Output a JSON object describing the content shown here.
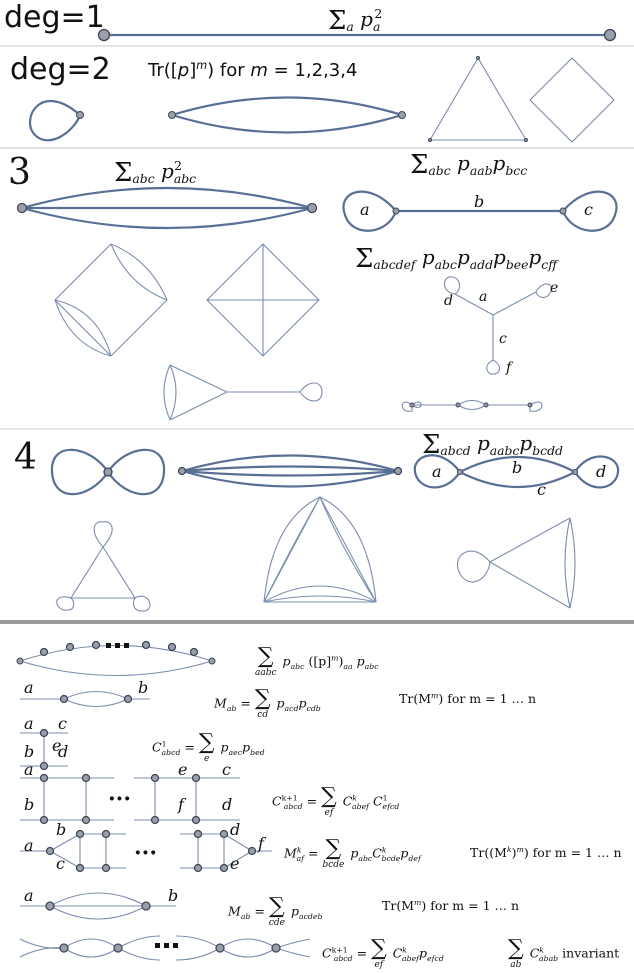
{
  "sections": {
    "deg1": {
      "heading": "deg=1",
      "formula": {
        "sum": "Σ",
        "sub": "a",
        "var": "p",
        "var_sub": "a",
        "var_sup": "2"
      }
    },
    "deg2": {
      "heading": "deg=2",
      "formula_prefix": "Tr([",
      "formula_var": "p",
      "formula_mid": "]",
      "formula_sup": "m",
      "formula_suffix": ") for",
      "formula_m": "m",
      "formula_values": "= 1,2,3,4"
    },
    "deg3": {
      "heading": "3",
      "formula_a": {
        "sum_sub": "abc",
        "var_sub": "abc",
        "var_sup": "2"
      },
      "formula_b": {
        "sum_sub": "abc",
        "terms": [
          "aab",
          "bcc"
        ]
      },
      "formula_c": {
        "sum_sub": "abcdef",
        "terms": [
          "abc",
          "add",
          "bee",
          "cff"
        ]
      },
      "loop_labels": {
        "left": "a",
        "mid": "b",
        "right": "c"
      },
      "star_labels": {
        "d": "d",
        "a": "a",
        "e": "e",
        "c": "c",
        "f": "f"
      }
    },
    "deg4": {
      "heading": "4",
      "formula": {
        "sum_sub": "abcd",
        "terms": [
          "aabc",
          "bcdd"
        ]
      },
      "labels": {
        "a": "a",
        "b": "b",
        "c": "c",
        "d": "d"
      }
    }
  },
  "lower": {
    "row1": {
      "sum_limit": "aabc",
      "term1": "abc",
      "mid": "([p]",
      "sup": "m",
      "mid2": ")",
      "mid_sub": "aa",
      "term2": "abc"
    },
    "row2": {
      "lhs": "M",
      "lhs_sub": "ab",
      "sum_limit": "cd",
      "terms": [
        "acd",
        "cdb"
      ],
      "trace": "Tr(M",
      "trace_sup": "m",
      "trace_tail": ")  for  m = 1 … n",
      "labels": [
        "a",
        "b"
      ]
    },
    "row3": {
      "lhs": "C",
      "lhs_sup": "1",
      "lhs_sub": "abcd",
      "sum_limit": "e",
      "terms": [
        "aec",
        "bed"
      ],
      "labels": [
        "a",
        "c",
        "b",
        "e",
        "d"
      ]
    },
    "row4": {
      "lhs": "C",
      "lhs_sup": "k+1",
      "lhs_sub": "abcd",
      "sum_limit": "ef",
      "c1_sup": "k",
      "c1_sub": "abef",
      "c2_sup": "1",
      "c2_sub": "efcd",
      "labels": [
        "a",
        "b",
        "e",
        "c",
        "f",
        "d"
      ],
      "dots": "···"
    },
    "row5": {
      "lhs": "M",
      "lhs_sup": "k",
      "lhs_sub": "af",
      "sum_limit": "bcde",
      "p1": "abc",
      "c_sup": "k",
      "c_sub": "bcde",
      "p2": "def",
      "trace": "Tr((M",
      "trace_sup": "k",
      "trace_tail": ")",
      "trace_sup2": "m",
      "trace_end": ")  for m = 1 … n",
      "labels": [
        "a",
        "b",
        "c",
        "d",
        "e",
        "f"
      ],
      "dots": "···"
    },
    "row6": {
      "lhs": "M",
      "lhs_sub": "ab",
      "sum_limit": "cde",
      "term": "acdeb",
      "trace": "Tr(M",
      "trace_sup": "m",
      "trace_tail": ")  for  m = 1 … n",
      "labels": [
        "a",
        "b"
      ]
    },
    "row7": {
      "lhs": "C",
      "lhs_sup": "k+1",
      "lhs_sub": "abcd",
      "sum_limit": "ef",
      "c_sup": "k",
      "c_sub": "abef",
      "p": "efcd",
      "sum2_limit": "ab",
      "c2_sup": "k",
      "c2_sub": "abab",
      "invariant": "invariant",
      "dots": "···"
    }
  },
  "colors": {
    "edge": "#5a6f96",
    "edge_thin": "#7b8db0",
    "node": "#9aa0aa",
    "node_stroke": "#40465a",
    "divider": "#c8c8c8",
    "thick_divider": "#9a9a9a"
  }
}
